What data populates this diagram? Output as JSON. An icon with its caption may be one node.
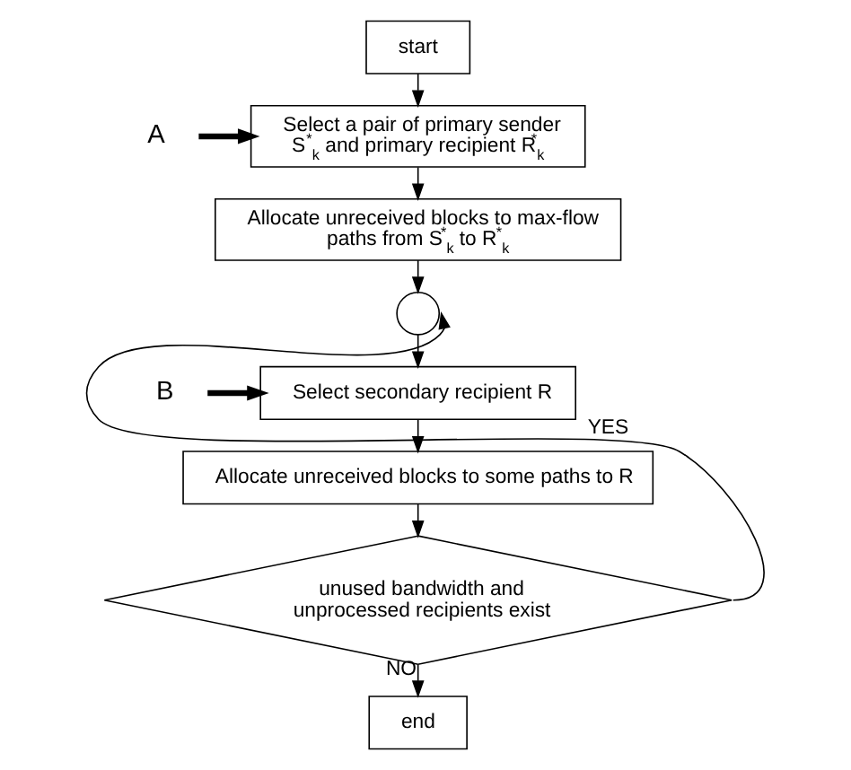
{
  "diagram": {
    "nodes": [
      {
        "text": [
          "start"
        ]
      },
      {
        "text": [
          "A"
        ]
      },
      {
        "text": [
          "Select a pair of primary sender S$^{*}$$_{k}$ and primary recipient R$^{*}$$_{k}$"
        ]
      },
      {
        "text": [
          "Allocate unreceived blocks to max-flow paths from S$^{*}$$_{k}$ to R$^{*}$$_{k}$"
        ]
      },
      {
        "text": [],
        "shape": "circle"
      },
      {
        "text": [
          "B"
        ]
      },
      {
        "text": [
          "Select secondary recipient R"
        ]
      },
      {
        "text": [
          "Allocate unreceived blocks to some paths to R"
        ]
      },
      {
        "text": [
          "unused bandwidth and unprocessed recipients exist"
        ]
      },
      {
        "text": [
          "end"
        ]
      }
    ],
    "edges": [
      {
        "from": 0,
        "to": 2,
        "arrow": "to"
      },
      {
        "from": 1,
        "to": 2,
        "arrow": "to",
        "style": "thick"
      },
      {
        "from": 2,
        "to": 3,
        "arrow": "to"
      },
      {
        "from": 3,
        "to": 4,
        "arrow": "to"
      },
      {
        "from": 4,
        "to": 6,
        "arrow": "to"
      },
      {
        "from": 5,
        "to": 6,
        "arrow": "to",
        "style": "thick"
      },
      {
        "from": 6,
        "to": 7,
        "arrow": "to"
      },
      {
        "from": 7,
        "to": 8,
        "arrow": "to"
      },
      {
        "from": 8,
        "to": 9,
        "label": "NO",
        "arrow": "to"
      },
      {
        "from": 8,
        "to": 4,
        "label": "YES",
        "arrow": "to"
      }
    ]
  }
}
